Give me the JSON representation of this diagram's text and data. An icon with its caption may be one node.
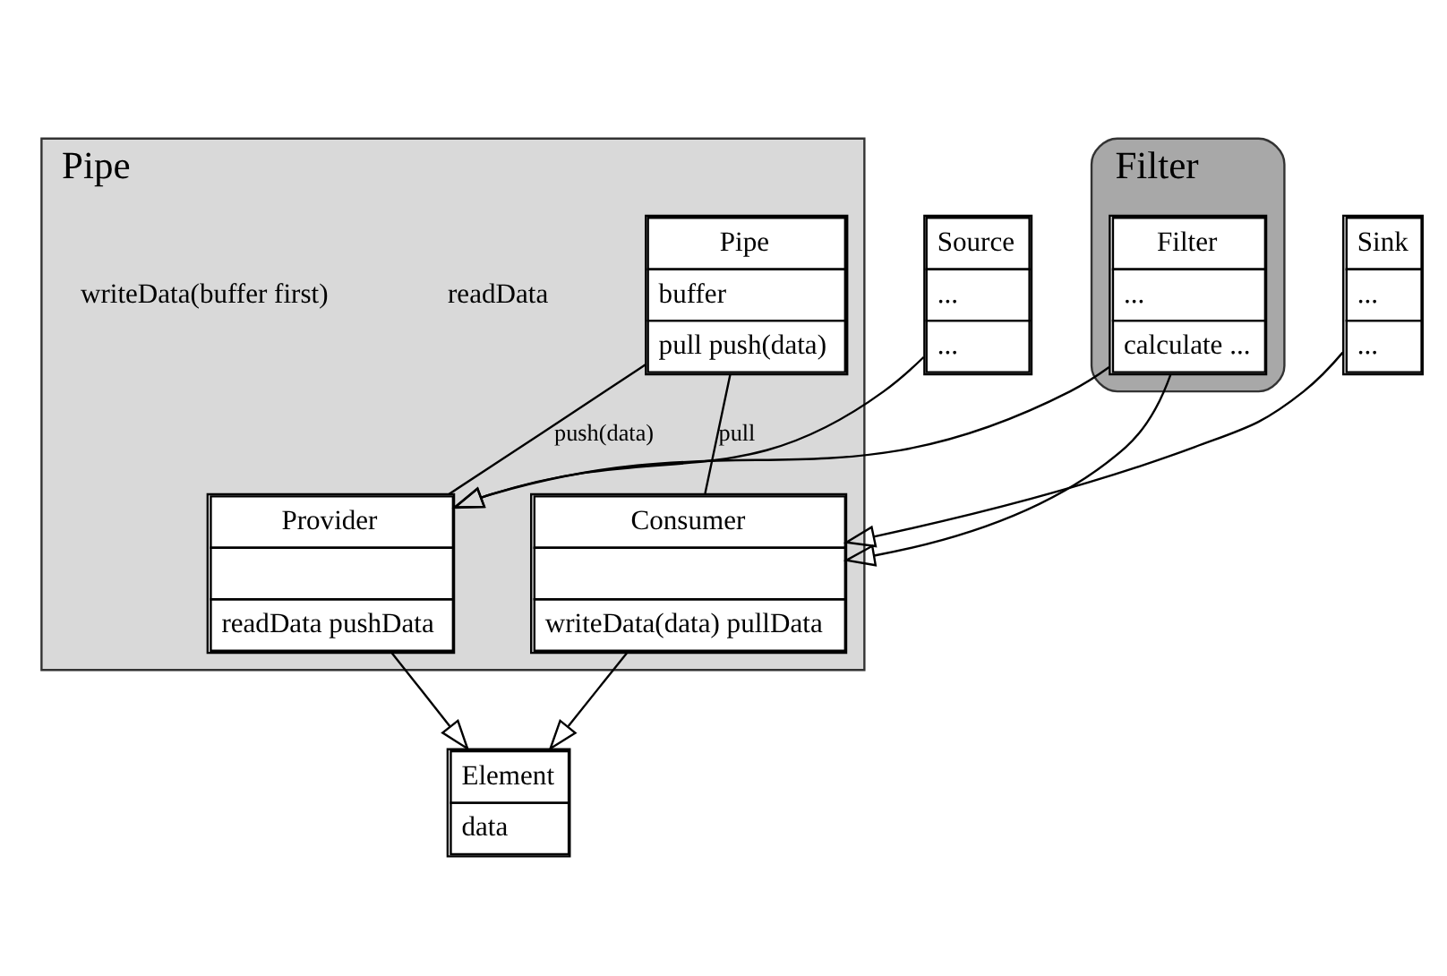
{
  "diagram": {
    "nodes": [
      {
        "text": [
          "Pipe"
        ]
      },
      {
        "text": [
          "Pipe",
          "buffer",
          "pull push(data)"
        ],
        "in": 0
      },
      {
        "text": [
          "Provider",
          "readData pushData"
        ],
        "in": 0
      },
      {
        "text": [
          "Consumer",
          "writeData(data) pullData"
        ],
        "in": 0
      },
      {
        "text": [
          "Element",
          "data"
        ]
      },
      {
        "text": [
          "Source",
          "...",
          "..."
        ]
      },
      {
        "text": [
          "Filter"
        ]
      },
      {
        "text": [
          "Filter",
          "...",
          "calculate ..."
        ],
        "in": 6
      },
      {
        "text": [
          "Sink",
          "...",
          "..."
        ]
      }
    ],
    "edges": [
      {
        "from": 2,
        "to": 4,
        "arrow": "to"
      },
      {
        "from": 3,
        "to": 4,
        "arrow": "to"
      },
      {
        "from": 1,
        "to": 2,
        "arrow": "none",
        "label": "push(data)"
      },
      {
        "from": 1,
        "to": 3,
        "arrow": "none",
        "label": "pull"
      },
      {
        "from": 5,
        "to": 2,
        "arrow": "to"
      },
      {
        "from": 7,
        "to": 2,
        "arrow": "to"
      },
      {
        "from": 7,
        "to": 3,
        "arrow": "to"
      },
      {
        "from": 8,
        "to": 3,
        "arrow": "to"
      }
    ],
    "labels": [
      "readData",
      "writeData(buffer first)"
    ]
  }
}
